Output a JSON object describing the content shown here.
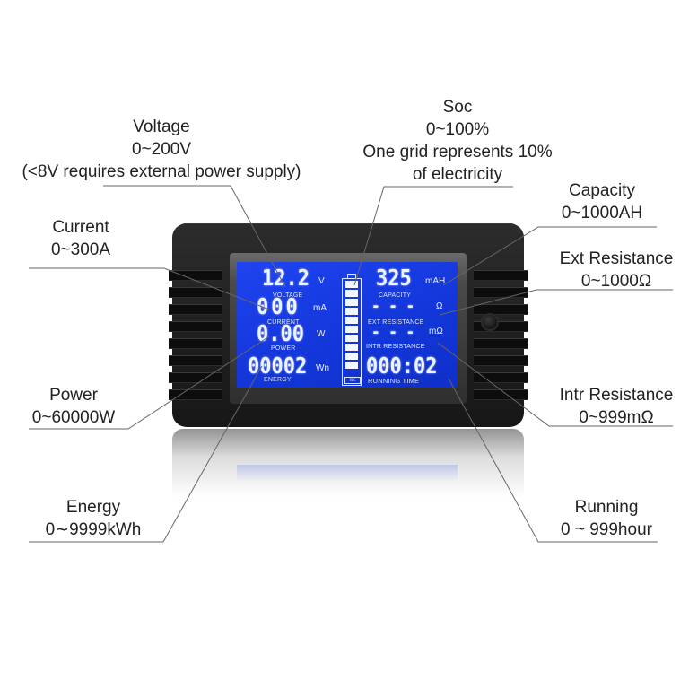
{
  "callouts": {
    "voltage": {
      "title": "Voltage",
      "range": "0~200V",
      "note": "(<8V requires external power supply)"
    },
    "current": {
      "title": "Current",
      "range": "0~300A"
    },
    "power": {
      "title": "Power",
      "range": "0~60000W"
    },
    "energy": {
      "title": "Energy",
      "range": "0∼9999kWh"
    },
    "soc": {
      "title": "Soc",
      "range": "0~100%",
      "note1": "One grid represents 10%",
      "note2": "of electricity"
    },
    "capacity": {
      "title": "Capacity",
      "range": "0~1000AH"
    },
    "ext_resistance": {
      "title": "Ext Resistance",
      "range": "0~1000Ω"
    },
    "intr_resistance": {
      "title": "Intr Resistance",
      "range": "0~999mΩ"
    },
    "running": {
      "title": "Running",
      "range": "0 ~ 999hour"
    }
  },
  "lcd": {
    "voltage": {
      "value": "12.2",
      "unit": "V",
      "caption": "VOLTAGE"
    },
    "current": {
      "value": "000",
      "unit": "mA",
      "caption": "CURRENT"
    },
    "power": {
      "value": "0.00",
      "unit": "W",
      "caption": "POWER"
    },
    "energy": {
      "value": "00002",
      "unit": "Wn",
      "caption": "ENERGY"
    },
    "capacity": {
      "value": "325",
      "unit": "mAH",
      "caption": "CAPACITY"
    },
    "ext_resistance": {
      "value": "- - -",
      "unit": "Ω",
      "caption": "EXT RESISTANCE"
    },
    "intr_resistance": {
      "value": "- - -",
      "unit": "mΩ",
      "caption": "INTR RESISTANCE"
    },
    "running_time": {
      "value": "000:02",
      "caption": "RUNNING TIME"
    },
    "soc": {
      "label": "SOC",
      "cells": 10
    }
  },
  "colors": {
    "lcd_blue": "#1438e0",
    "device_body": "#1f1f1f",
    "leader_line": "#555555"
  }
}
